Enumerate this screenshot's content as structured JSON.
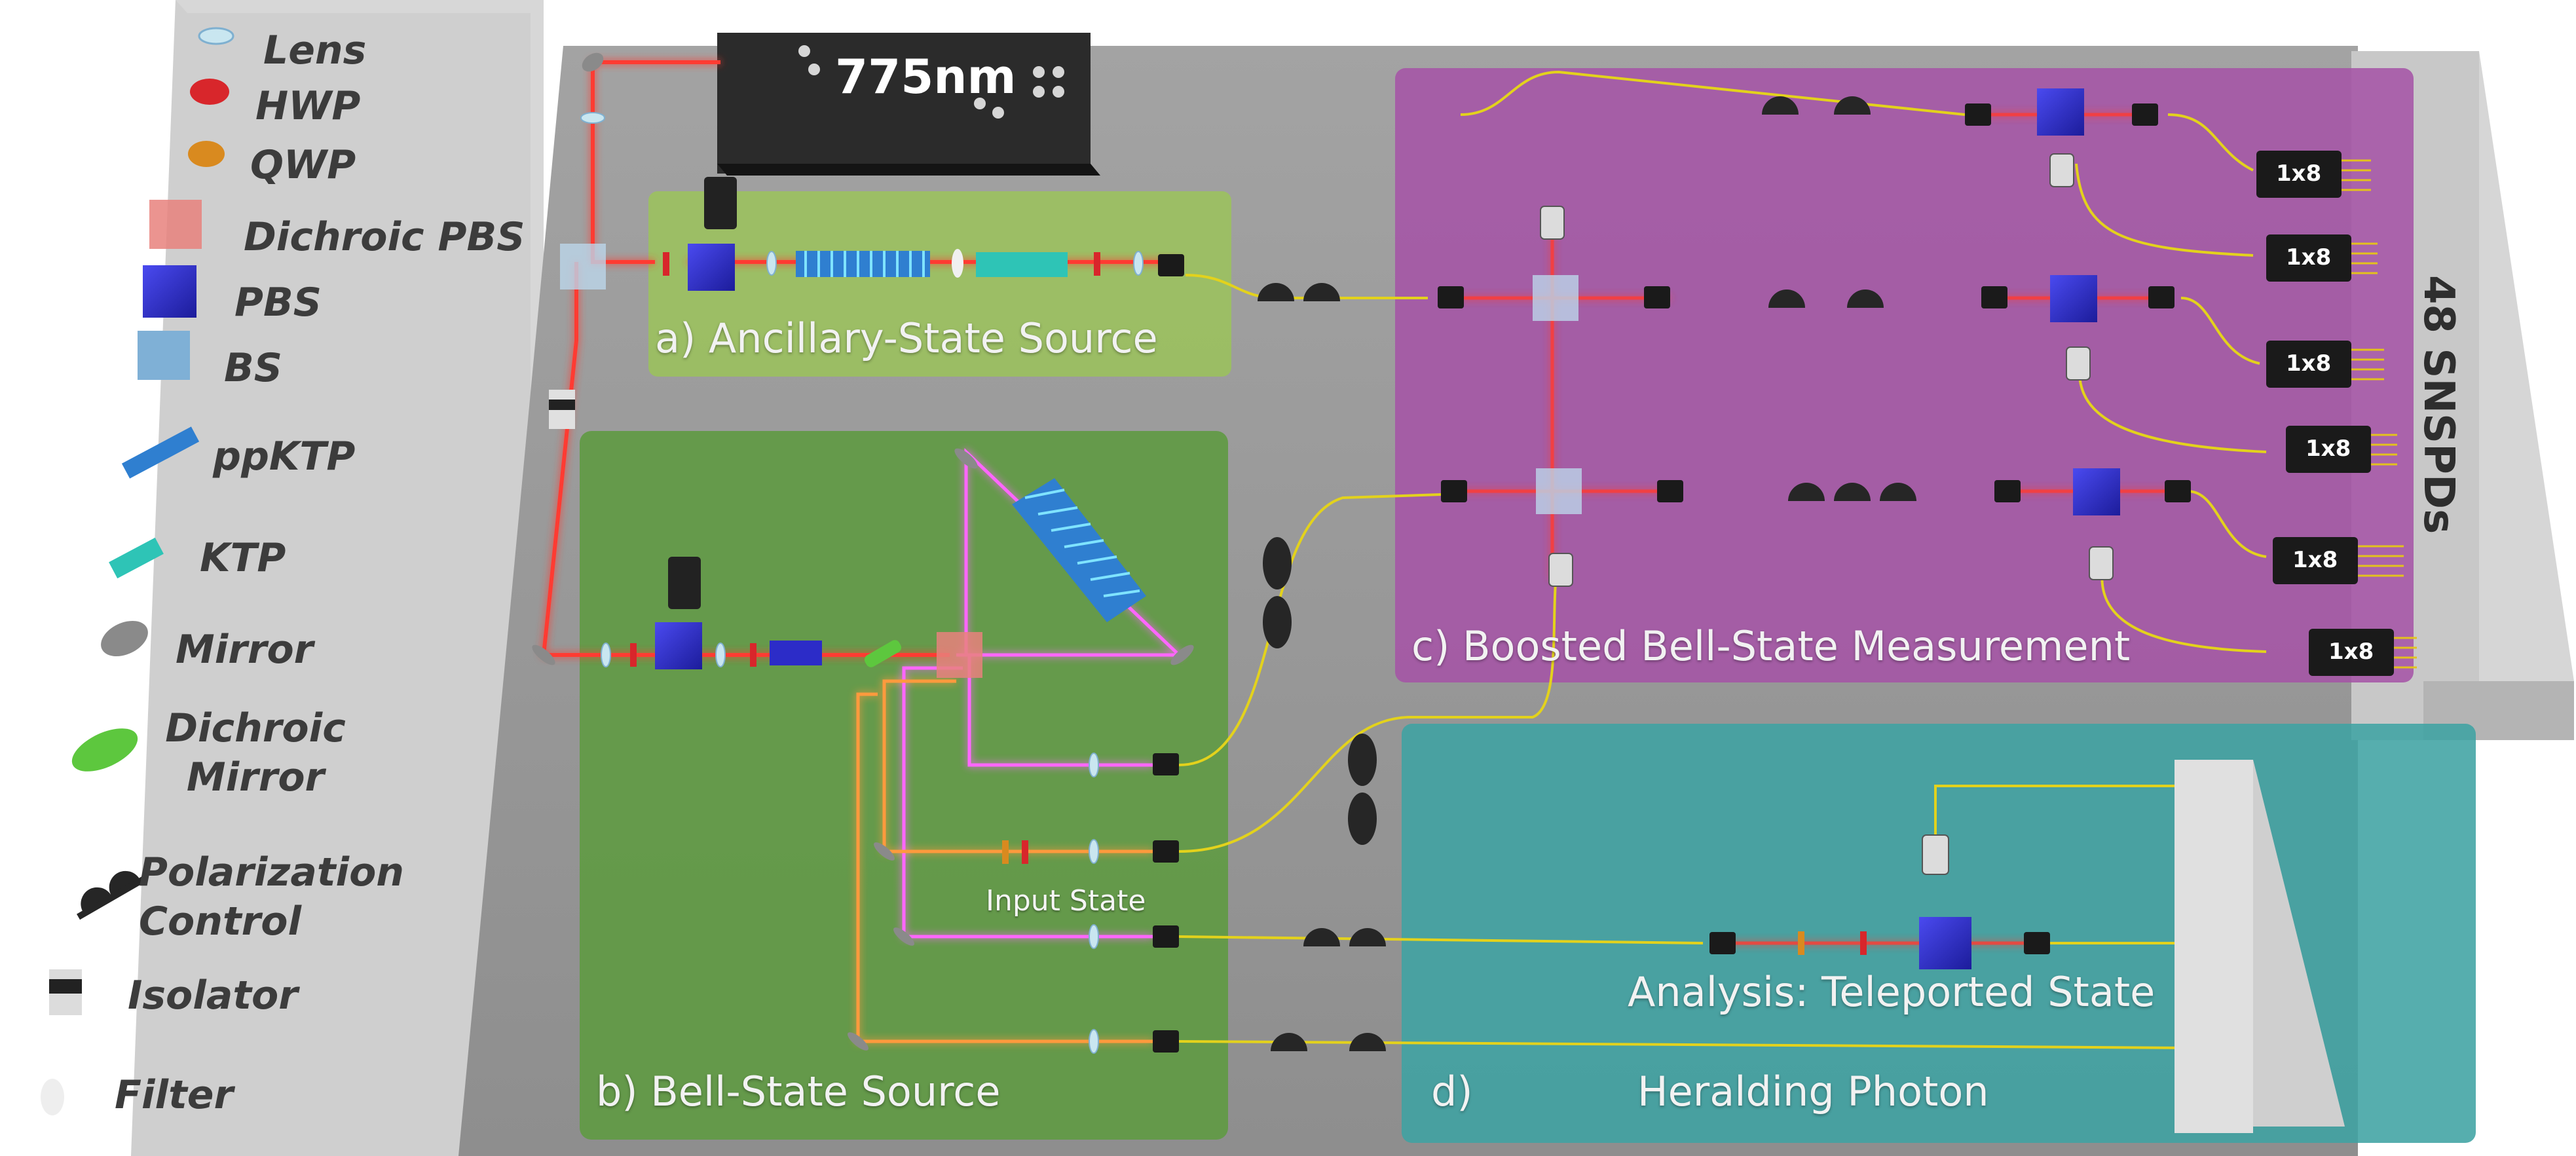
{
  "legend": {
    "items": [
      {
        "id": "lens",
        "label": "Lens",
        "icon": "lens-icon"
      },
      {
        "id": "hwp",
        "label": "HWP",
        "icon": "hwp-icon",
        "color": "#d8262b"
      },
      {
        "id": "qwp",
        "label": "QWP",
        "icon": "qwp-icon",
        "color": "#d98a1f"
      },
      {
        "id": "dichroic-pbs",
        "label": "Dichroic PBS",
        "icon": "dichroic-pbs-icon",
        "color": "#e7817d"
      },
      {
        "id": "pbs",
        "label": "PBS",
        "icon": "pbs-icon",
        "color": "#2c2cc8"
      },
      {
        "id": "bs",
        "label": "BS",
        "icon": "bs-icon",
        "color": "#7fb0d6"
      },
      {
        "id": "ppktp",
        "label": "ppKTP",
        "icon": "ppktp-icon",
        "color": "#2f7fd0"
      },
      {
        "id": "ktp",
        "label": "KTP",
        "icon": "ktp-icon",
        "color": "#2ec4b6"
      },
      {
        "id": "mirror",
        "label": "Mirror",
        "icon": "mirror-icon",
        "color": "#8a8a8a"
      },
      {
        "id": "dichroic-mirror",
        "label": "Dichroic Mirror",
        "icon": "dichroic-mirror-icon",
        "color": "#5dc73e"
      },
      {
        "id": "polarization-control",
        "label": "Polarization Control",
        "icon": "polarization-control-icon"
      },
      {
        "id": "isolator",
        "label": "Isolator",
        "icon": "isolator-icon"
      },
      {
        "id": "filter",
        "label": "Filter",
        "icon": "filter-icon"
      }
    ]
  },
  "laser": {
    "label": "775nm"
  },
  "regions": {
    "ancilla": {
      "label": "a) Ancillary-State Source",
      "color": "#9bc35a"
    },
    "bell": {
      "label": "b) Bell-State Source",
      "color": "#5f9a42"
    },
    "bsm": {
      "label": "c) Boosted Bell-State Measurement",
      "color": "#a554a6"
    },
    "heralding": {
      "prefix": "d)",
      "label": "Heralding Photon",
      "color": "#3fa3a3"
    }
  },
  "labels": {
    "input_state": "Input State",
    "analysis": "Analysis: Teleported State"
  },
  "detectors": {
    "title": "48 SNSPDs",
    "splitters": [
      "1x8",
      "1x8",
      "1x8",
      "1x8",
      "1x8",
      "1x8"
    ]
  },
  "colors": {
    "pump_beam": "#ff3b30",
    "signal_beam": "#ff66ff",
    "idler_beam": "#ff9a3c",
    "fiber": "#e3d21c",
    "table": "#9e9e9e"
  }
}
